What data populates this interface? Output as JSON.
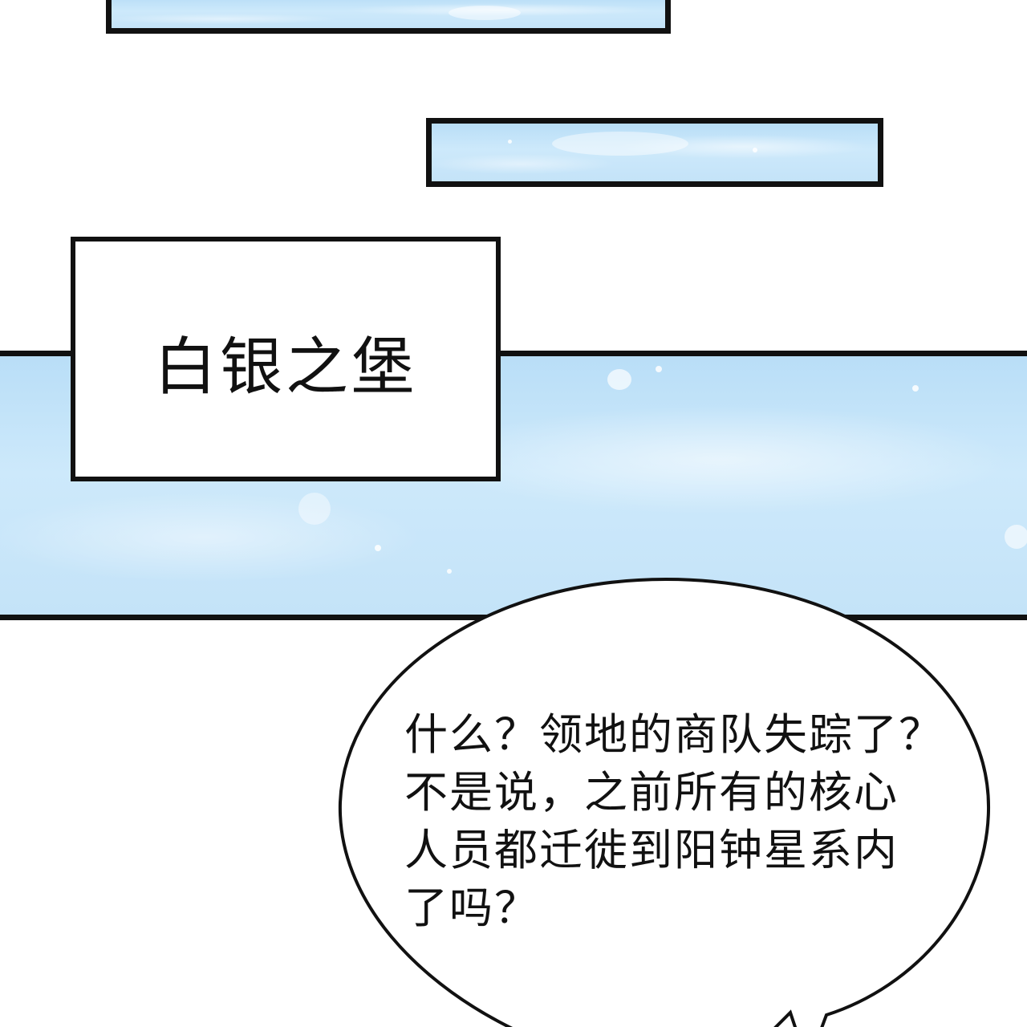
{
  "caption": {
    "text": "白银之堡"
  },
  "speech_bubble": {
    "lines": [
      "什么？领地的商队失踪了？",
      "不是说，之前所有的核心",
      "人员都迁徙到阳钟星系内",
      "了吗？"
    ]
  },
  "colors": {
    "panel_border": "#111111",
    "sky_blue": "#c4e3f8",
    "background": "#ffffff"
  }
}
